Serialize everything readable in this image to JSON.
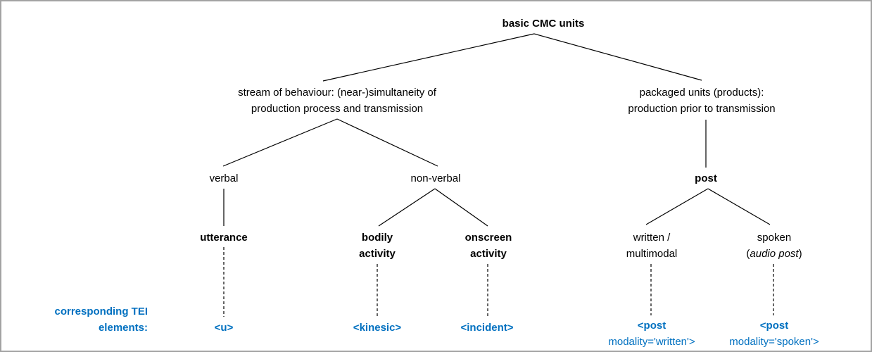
{
  "colors": {
    "accent_blue": "#0070C0",
    "line_color": "#000000",
    "frame_border": "#a3a3a3"
  },
  "nodes": {
    "root": "basic CMC units",
    "stream_line1": "stream of behaviour: (near-)simultaneity of",
    "stream_line2": "production process and transmission",
    "packaged_line1": "packaged units (products):",
    "packaged_line2": "production prior to transmission",
    "verbal": "verbal",
    "nonverbal": "non-verbal",
    "post": "post",
    "utterance": "utterance",
    "bodily_line1": "bodily",
    "bodily_line2": "activity",
    "onscreen_line1": "onscreen",
    "onscreen_line2": "activity",
    "written_line1": "written /",
    "written_line2": "multimodal",
    "spoken_line1": "spoken",
    "spoken_paren_open": "(",
    "spoken_italic": "audio post",
    "spoken_paren_close": ")"
  },
  "tei": {
    "label_line1": "corresponding TEI",
    "label_line2": "elements:",
    "u": "<u>",
    "kinesic": "<kinesic>",
    "incident": "<incident>",
    "post_written_line1": "<post",
    "post_written_line2": "modality='written'>",
    "post_spoken_line1": "<post",
    "post_spoken_line2": "modality='spoken'>"
  }
}
